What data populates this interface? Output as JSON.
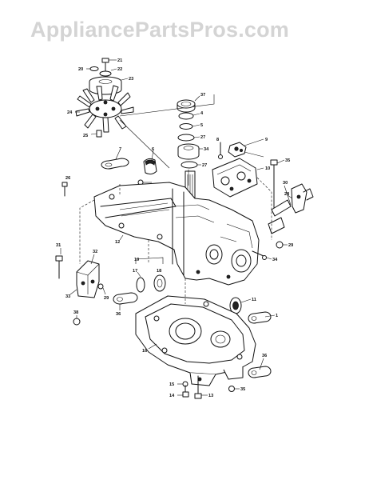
{
  "watermark": "AppliancePartsPros.com",
  "corner_code": "",
  "callouts": [
    {
      "id": "c-21",
      "label": "21"
    },
    {
      "id": "c-20",
      "label": "20"
    },
    {
      "id": "c-22",
      "label": "22"
    },
    {
      "id": "c-23",
      "label": "23"
    },
    {
      "id": "c-24",
      "label": "24"
    },
    {
      "id": "c-25",
      "label": "25"
    },
    {
      "id": "c-37",
      "label": "37"
    },
    {
      "id": "c-4",
      "label": "4"
    },
    {
      "id": "c-5",
      "label": "5"
    },
    {
      "id": "c-27a",
      "label": "27"
    },
    {
      "id": "c-34",
      "label": "34"
    },
    {
      "id": "c-27b",
      "label": "27"
    },
    {
      "id": "c-7",
      "label": "7"
    },
    {
      "id": "c-6",
      "label": "6"
    },
    {
      "id": "c-9",
      "label": "9"
    },
    {
      "id": "c-8",
      "label": "8"
    },
    {
      "id": "c-10",
      "label": "10"
    },
    {
      "id": "c-35",
      "label": "35"
    },
    {
      "id": "c-26",
      "label": "26"
    },
    {
      "id": "c-30",
      "label": "30"
    },
    {
      "id": "c-28",
      "label": "28"
    },
    {
      "id": "c-29",
      "label": "29"
    },
    {
      "id": "c-12",
      "label": "12"
    },
    {
      "id": "c-34b",
      "label": "34"
    },
    {
      "id": "c-31",
      "label": "31"
    },
    {
      "id": "c-32",
      "label": "32"
    },
    {
      "id": "c-19",
      "label": "19"
    },
    {
      "id": "c-17",
      "label": "17"
    },
    {
      "id": "c-18",
      "label": "18"
    },
    {
      "id": "c-33",
      "label": "33"
    },
    {
      "id": "c-29b",
      "label": "29"
    },
    {
      "id": "c-36",
      "label": "36"
    },
    {
      "id": "c-38",
      "label": "38"
    },
    {
      "id": "c-11",
      "label": "11"
    },
    {
      "id": "c-1",
      "label": "1"
    },
    {
      "id": "c-16",
      "label": "16"
    },
    {
      "id": "c-36b",
      "label": "36"
    },
    {
      "id": "c-15",
      "label": "15"
    },
    {
      "id": "c-14",
      "label": "14"
    },
    {
      "id": "c-13",
      "label": "13"
    },
    {
      "id": "c-35b",
      "label": "35"
    }
  ]
}
